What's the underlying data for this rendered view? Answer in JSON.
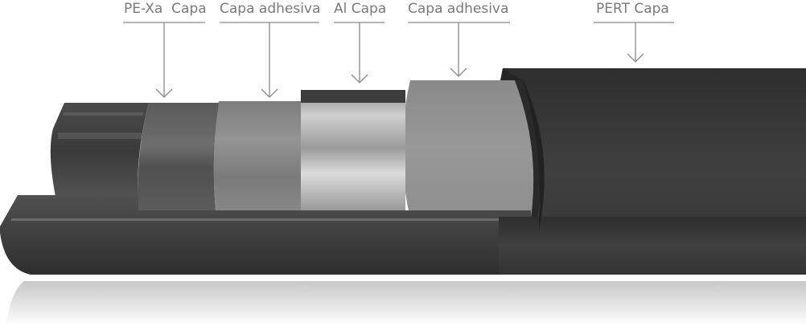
{
  "labels": [
    {
      "id": "pexa",
      "text": "PE-Xa  Capa"
    },
    {
      "id": "adhesive-inner",
      "text": "Capa adhesiva"
    },
    {
      "id": "al",
      "text": "Al Capa"
    },
    {
      "id": "adhesive-outer",
      "text": "Capa adhesiva"
    },
    {
      "id": "pert",
      "text": "PERT Capa"
    }
  ],
  "colors": {
    "label": "#7a7a7a",
    "leader": "#8a8a8a",
    "jacket": "#3c3c3c"
  }
}
